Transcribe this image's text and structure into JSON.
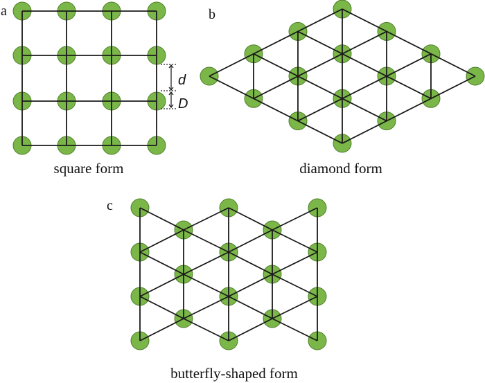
{
  "colors": {
    "node_fill": "#7ab648",
    "node_stroke": "#4f7f2c",
    "line": "#1a1a1a"
  },
  "panels": {
    "a": {
      "label": "a",
      "caption": "square form",
      "spacing_label": "d",
      "diameter_label": "D"
    },
    "b": {
      "label": "b",
      "caption": "diamond form"
    },
    "c": {
      "label": "c",
      "caption": "butterfly-shaped form"
    }
  }
}
